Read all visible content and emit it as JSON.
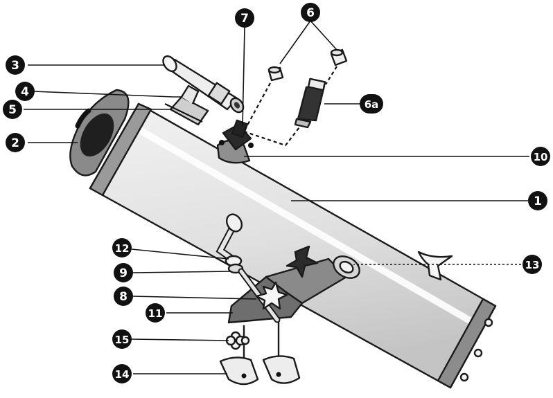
{
  "diagram": {
    "callouts": [
      {
        "id": "c1",
        "label": "1"
      },
      {
        "id": "c2",
        "label": "2"
      },
      {
        "id": "c3",
        "label": "3"
      },
      {
        "id": "c4",
        "label": "4"
      },
      {
        "id": "c5",
        "label": "5"
      },
      {
        "id": "c6",
        "label": "6"
      },
      {
        "id": "c6a",
        "label": "6a"
      },
      {
        "id": "c7",
        "label": "7"
      },
      {
        "id": "c8",
        "label": "8"
      },
      {
        "id": "c9",
        "label": "9"
      },
      {
        "id": "c10",
        "label": "10"
      },
      {
        "id": "c11",
        "label": "11"
      },
      {
        "id": "c12",
        "label": "12"
      },
      {
        "id": "c13",
        "label": "13"
      },
      {
        "id": "c14",
        "label": "14"
      },
      {
        "id": "c15",
        "label": "15"
      }
    ],
    "colors": {
      "ink": "#111111",
      "tube": "#e6e6e6",
      "tube_shade": "#b9b9b9",
      "end_ring": "#8c8c8c",
      "mount_dark": "#6e6e6e",
      "mount_light": "#a8a8a8"
    }
  }
}
